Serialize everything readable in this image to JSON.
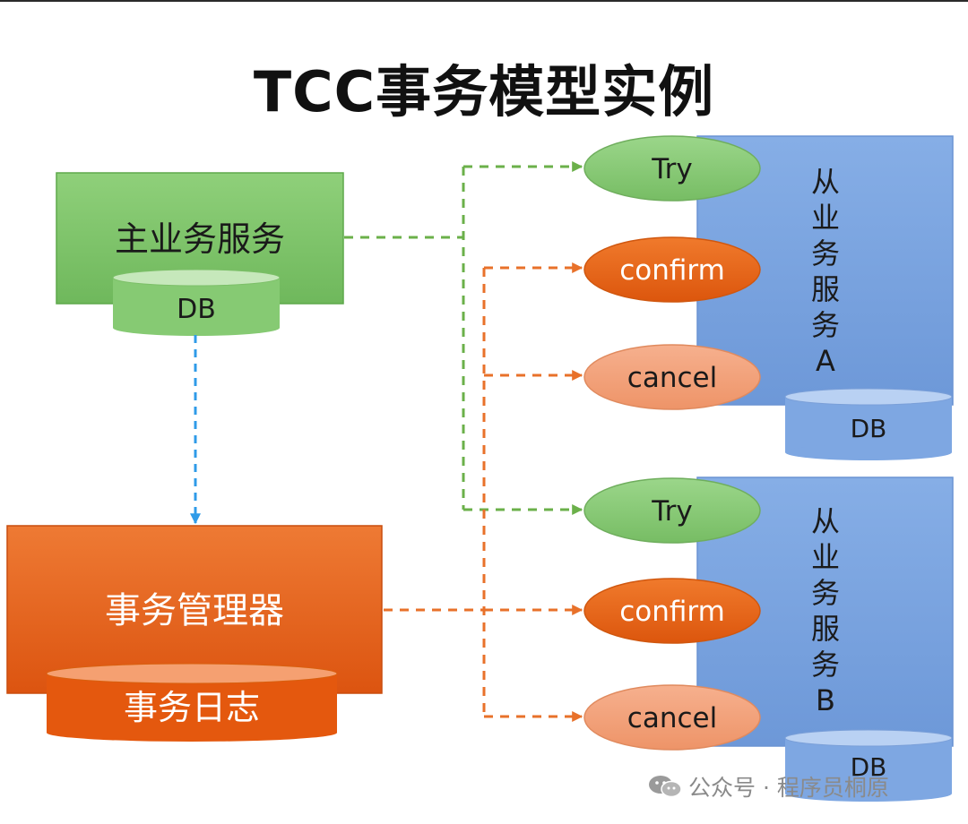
{
  "title": "TCC事务模型实例",
  "main_service": {
    "label": "主业务服务",
    "db_label": "DB"
  },
  "transaction_manager": {
    "label": "事务管理器",
    "log_label": "事务日志"
  },
  "sub_service_a": {
    "label_chars": [
      "从",
      "业",
      "务",
      "服",
      "务",
      "A"
    ],
    "db_label": "DB",
    "ops": {
      "try": "Try",
      "confirm": "confirm",
      "cancel": "cancel"
    }
  },
  "sub_service_b": {
    "label_chars": [
      "从",
      "业",
      "务",
      "服",
      "务",
      "B"
    ],
    "db_label": "DB",
    "ops": {
      "try": "Try",
      "confirm": "confirm",
      "cancel": "cancel"
    }
  },
  "watermark": {
    "text": "公众号 · 程序员桐原"
  },
  "colors": {
    "green_box": "#7dc46a",
    "green_dash": "#6bb04a",
    "green_pill": "#86c776",
    "orange_box": "#e65e17",
    "orange_dash": "#e8712a",
    "confirm_pill": "#e8600f",
    "cancel_pill": "#f2a079",
    "blue_box": "#7aa3e0",
    "blue_dash": "#2f9be8"
  }
}
